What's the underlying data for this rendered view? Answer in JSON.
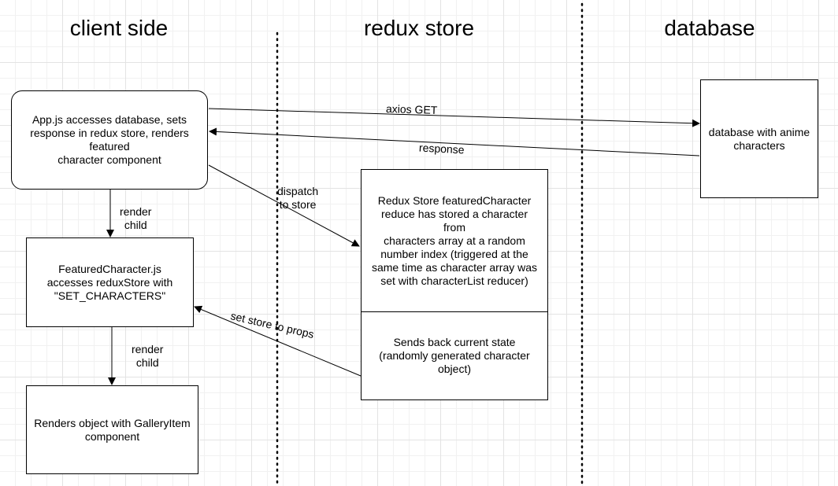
{
  "lanes": {
    "client": "client side",
    "store": "redux store",
    "database": "database"
  },
  "nodes": {
    "app": "App.js accesses database, sets\nresponse in redux store, renders\nfeatured\ncharacter component",
    "featured": "FeaturedCharacter.js\naccesses reduxStore with\n\"SET_CHARACTERS\"",
    "gallery": "Renders object with GalleryItem\ncomponent",
    "db": "database with anime\ncharacters",
    "store_top": "Redux Store featuredCharacter\nreduce has stored a character from\ncharacters array at a random\nnumber index (triggered at the\nsame time as character array was\nset with characterList reducer)",
    "store_bottom": "Sends back current state\n(randomly generated character\nobject)"
  },
  "edges": {
    "axios": "axios GET",
    "response": "response",
    "dispatch": "dispatch\nto store",
    "render1": "render\nchild",
    "render2": "render\nchild",
    "props": "set store to props"
  }
}
